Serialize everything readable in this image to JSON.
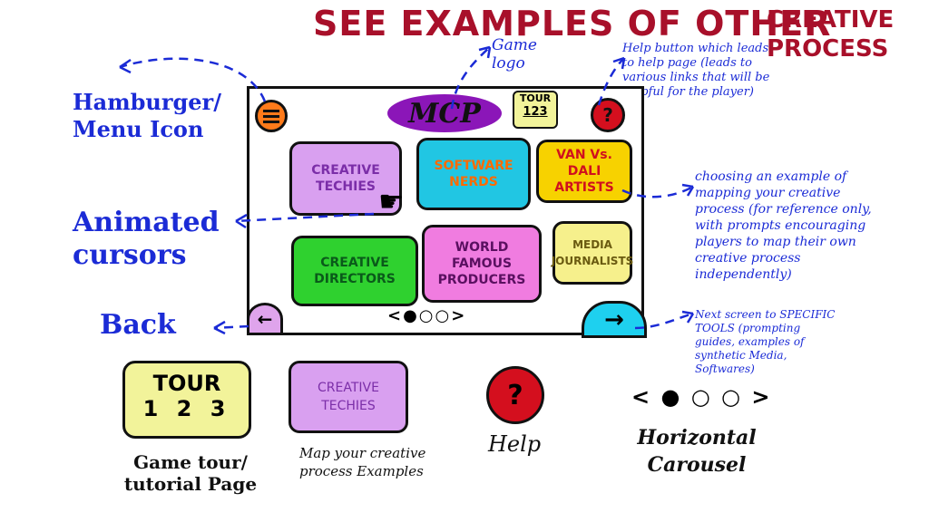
{
  "header": {
    "title": "SEE EXAMPLES OF OTHER",
    "title_tail_line1": "CREATIVE",
    "title_tail_line2": "PROCESS"
  },
  "annotations": {
    "hamburger": "Hamburger/ Menu Icon",
    "animated_cursors": "Animated cursors",
    "back": "Back",
    "game_logo": "Game logo",
    "help_button": "Help button which leads to help page (leads to various links that will be helpful for the player)",
    "choosing_example": "choosing an example of mapping your creative process (for reference only, with prompts encouraging players to map their own creative process independently)",
    "next_screen": "Next screen to SPECIFIC TOOLS (prompting guides, examples of synthetic Media, Softwares)"
  },
  "screen": {
    "logo": "MCP",
    "tour_label": "TOUR",
    "tour_steps": "123",
    "help_glyph": "?",
    "back_glyph": "←",
    "next_glyph": "→",
    "carousel": "<●○○>",
    "tiles": [
      {
        "label": "CREATIVE TECHIES",
        "bg": "#d9a0f0",
        "color": "#7b2ea8"
      },
      {
        "label": "SOFTWARE NERDS",
        "bg": "#21c6e3",
        "color": "#ff6a00"
      },
      {
        "label": "VAN Vs. DALI ARTISTS",
        "bg": "#f7d200",
        "color": "#d0101e"
      },
      {
        "label": "CREATIVE DIRECTORS",
        "bg": "#2fd12f",
        "color": "#0a5a1a"
      },
      {
        "label": "WORLD FAMOUS PRODUCERS",
        "bg": "#f07ce0",
        "color": "#5a1060"
      },
      {
        "label": "MEDIA JOURNALISTS",
        "bg": "#f6f08c",
        "color": "#6a5a10"
      }
    ]
  },
  "legend": {
    "tour_title": "TOUR",
    "tour_steps": "1 2 3",
    "tour_caption": "Game tour/ tutorial Page",
    "tile_label": "CREATIVE TECHIES",
    "tile_caption": "Map your creative process Examples",
    "help_glyph": "?",
    "help_caption": "Help",
    "carousel_glyph": "< ● ○ ○ >",
    "carousel_caption": "Horizontal Carousel"
  },
  "colors": {
    "title_red": "#a8102a",
    "note_blue": "#1b2bd6",
    "logo_purple": "#8b16b8",
    "hamburger_orange": "#ff7a1a",
    "help_red": "#d40f1e",
    "back_pink": "#dfa4ec",
    "next_cyan": "#1ed0ef",
    "tour_yellow": "#f2f39a"
  }
}
